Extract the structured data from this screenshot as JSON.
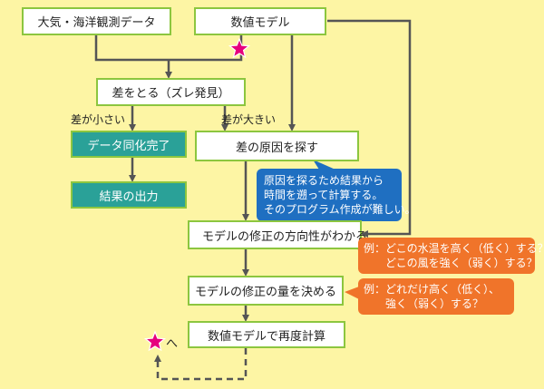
{
  "nodes": {
    "obs_data": "大気・海洋観測データ",
    "model": "数値モデル",
    "diff": "差をとる（ズレ発見）",
    "assim_done": "データ同化完了",
    "output": "結果の出力",
    "find_cause": "差の原因を探す",
    "direction": "モデルの修正の方向性がわかる",
    "amount": "モデルの修正の量を決める",
    "recalc": "数値モデルで再度計算"
  },
  "labels": {
    "small_diff": "差が小さい",
    "large_diff": "差が大きい",
    "star_to": "へ"
  },
  "callouts": {
    "blue": [
      "原因を探るため結果から",
      "時間を遡って計算する。",
      "そのプログラム作成が難しい。"
    ],
    "orange1": [
      "例：どこの水温を高く（低く）する？",
      "どこの風を強く（弱く）する？"
    ],
    "orange2": [
      "例：どれだけ高く（低く）、",
      "強く（弱く）する？"
    ]
  },
  "colors": {
    "background": "#fdf5a4",
    "box_border": "#8cc63f",
    "teal": "#2aa198",
    "blue_callout": "#1f6fc1",
    "orange_callout": "#f0742a",
    "star": "#e6007e",
    "line": "#555555"
  },
  "icons": [
    "star-icon"
  ]
}
